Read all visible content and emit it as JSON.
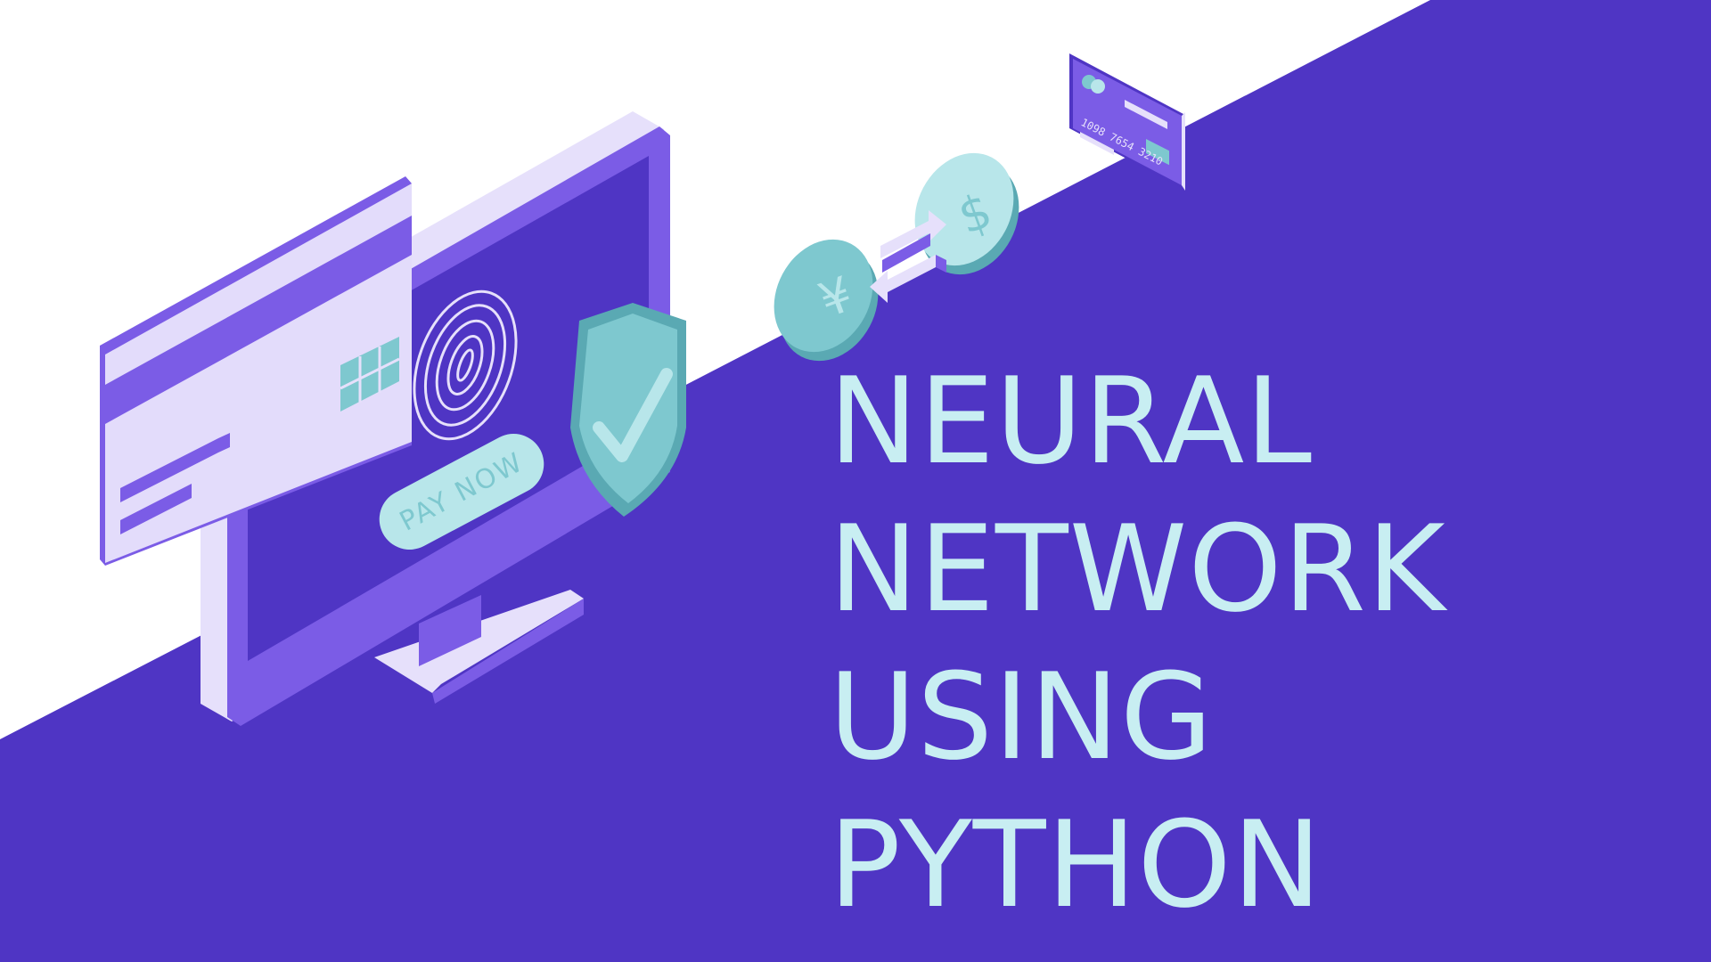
{
  "colors": {
    "background_top": "#ffffff",
    "background_band": "#4f35c4",
    "title_text": "#c8eef2",
    "device_purple": "#7b5ce6",
    "device_light": "#e6e0fb",
    "teal": "#7ec8cf",
    "teal_light": "#b8e6ea"
  },
  "title": {
    "line1": "NEURAL",
    "line2": "NETWORK",
    "line3": "USING",
    "line4": "PYTHON"
  },
  "illustration": {
    "pay_button_label": "PAY NOW",
    "card_number": "1098 7654 3210",
    "coin_left_symbol": "¥",
    "coin_right_symbol": "$",
    "icons": [
      "computer-monitor-icon",
      "credit-card-icon",
      "fingerprint-icon",
      "shield-check-icon",
      "yen-coin-icon",
      "dollar-coin-icon",
      "exchange-arrows-icon"
    ]
  }
}
